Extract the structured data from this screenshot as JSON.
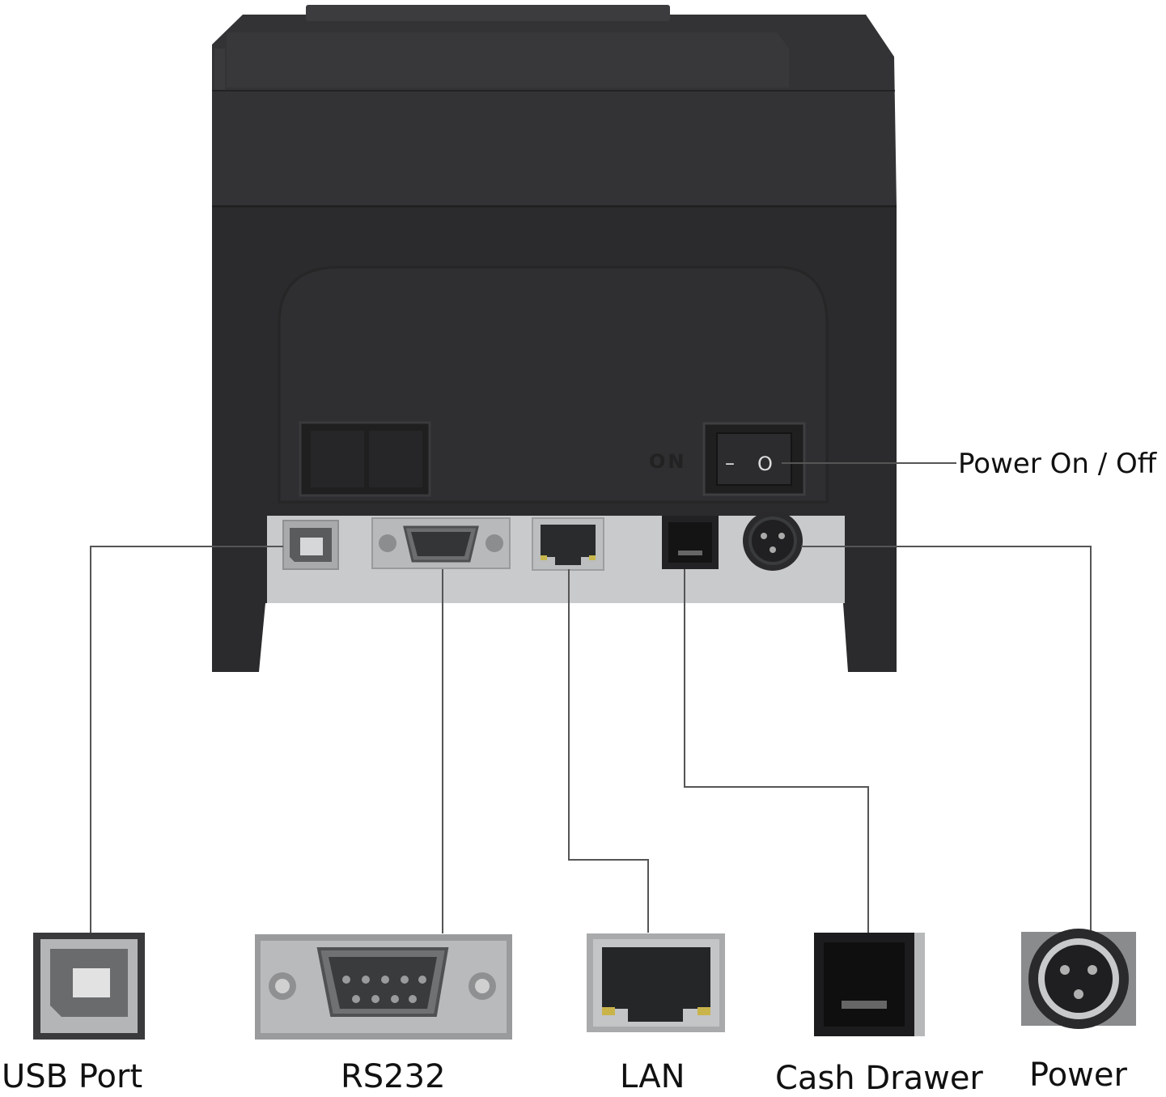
{
  "printer": {
    "on_mark": "ON",
    "switch_symbols": [
      "–",
      "O"
    ]
  },
  "callouts": {
    "power_switch": "Power On / Off"
  },
  "ports": [
    {
      "id": "usb",
      "label": "USB Port",
      "icon": "usb-b-port-icon"
    },
    {
      "id": "rs232",
      "label": "RS232",
      "icon": "db9-serial-port-icon"
    },
    {
      "id": "lan",
      "label": "LAN",
      "icon": "rj45-ethernet-port-icon"
    },
    {
      "id": "cash",
      "label": "Cash Drawer",
      "icon": "rj11-port-icon"
    },
    {
      "id": "power",
      "label": "Power",
      "icon": "din-power-port-icon"
    }
  ],
  "colors": {
    "printer_body": "#2b2b2d",
    "printer_top": "#333335",
    "port_panel": "#c9cacb",
    "leader_line": "#555555"
  }
}
